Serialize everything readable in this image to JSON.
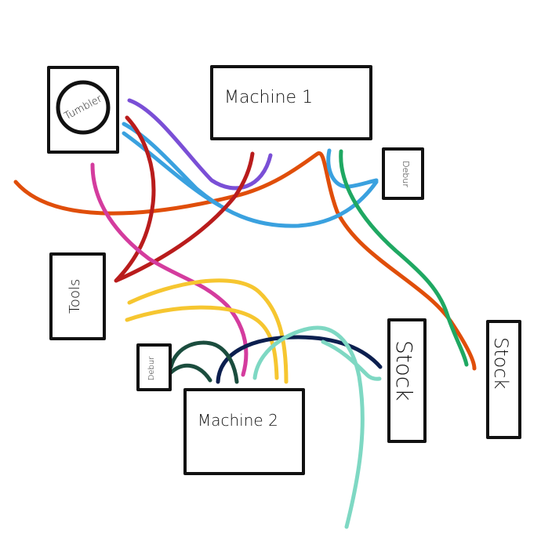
{
  "stations": {
    "machine1": "Machine 1",
    "machine2": "Machine 2",
    "tumbler": "Tumbler",
    "tools": "Tools",
    "deburr_top": "Debur",
    "deburr_bottom": "Debur",
    "stock_left": "Stock",
    "stock_right": "Stock"
  },
  "colors": {
    "orange": "#e04e0a",
    "purple": "#7a4fd6",
    "blue": "#3aa1df",
    "red": "#b91c1c",
    "pink": "#d43c9e",
    "green": "#1fa862",
    "yellow": "#f6c630",
    "navy": "#0c1f4f",
    "dark_green": "#1b4d3e",
    "teal": "#7ed8c3"
  }
}
